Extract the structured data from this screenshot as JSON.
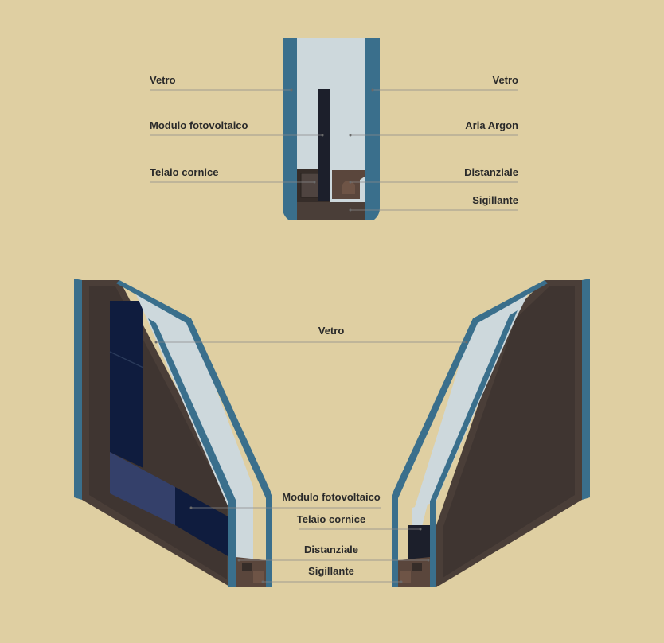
{
  "colors": {
    "background": "#dfcfa2",
    "glass_edge": "#3a6f8c",
    "glass_fill": "#cdd8dc",
    "frame": "#4a3e38",
    "frame_dark": "#362d29",
    "pv_module": "#0f1c3e",
    "spacer": "#5a463c",
    "leader_line": "#8a8a8a"
  },
  "top_diagram": {
    "labels": {
      "vetro_left": "Vetro",
      "modulo": "Modulo fotovoltaico",
      "telaio": "Telaio cornice",
      "vetro_right": "Vetro",
      "aria_argon": "Aria Argon",
      "distanziale": "Distanziale",
      "sigillante": "Sigillante"
    }
  },
  "bottom_diagram": {
    "labels": {
      "vetro": "Vetro",
      "modulo": "Modulo fotovoltaico",
      "telaio": "Telaio cornice",
      "distanziale": "Distanziale",
      "sigillante": "Sigillante"
    }
  }
}
